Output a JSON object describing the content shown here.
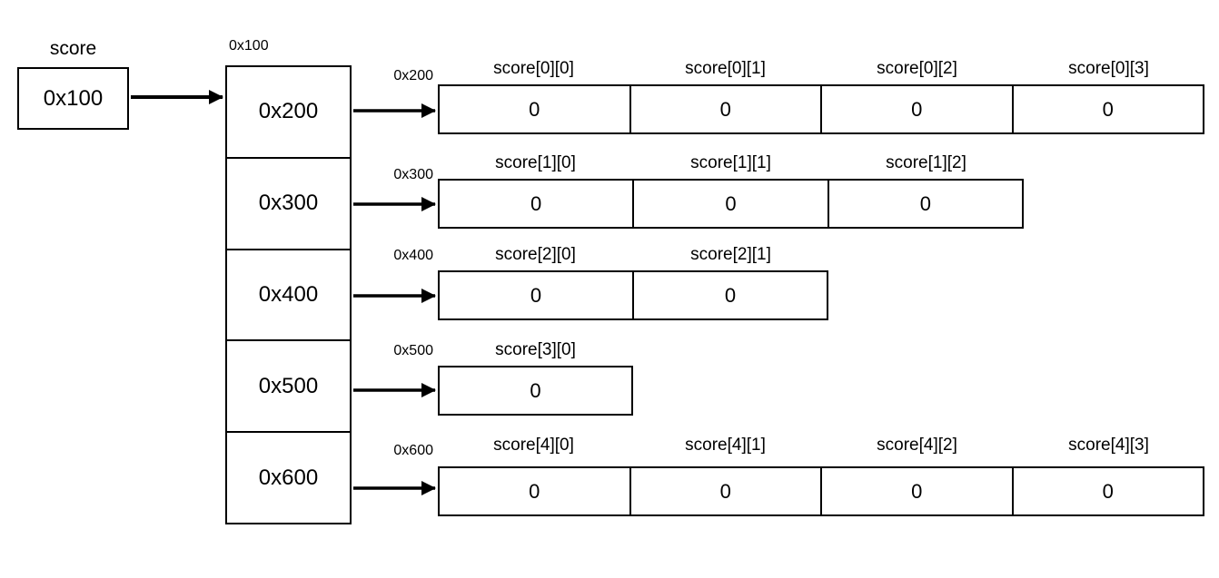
{
  "diagram": {
    "score_pointer": {
      "label": "score",
      "value": "0x100"
    },
    "pointer_array": {
      "address_label": "0x100",
      "cells": [
        "0x200",
        "0x300",
        "0x400",
        "0x500",
        "0x600"
      ]
    },
    "rows": [
      {
        "address": "0x200",
        "headers": [
          "score[0][0]",
          "score[0][1]",
          "score[0][2]",
          "score[0][3]"
        ],
        "values": [
          "0",
          "0",
          "0",
          "0"
        ]
      },
      {
        "address": "0x300",
        "headers": [
          "score[1][0]",
          "score[1][1]",
          "score[1][2]"
        ],
        "values": [
          "0",
          "0",
          "0"
        ]
      },
      {
        "address": "0x400",
        "headers": [
          "score[2][0]",
          "score[2][1]"
        ],
        "values": [
          "0",
          "0"
        ]
      },
      {
        "address": "0x500",
        "headers": [
          "score[3][0]"
        ],
        "values": [
          "0"
        ]
      },
      {
        "address": "0x600",
        "headers": [
          "score[4][0]",
          "score[4][1]",
          "score[4][2]",
          "score[4][3]"
        ],
        "values": [
          "0",
          "0",
          "0",
          "0"
        ]
      }
    ],
    "colors": {
      "line": "#000000",
      "background": "#ffffff",
      "text": "#000000"
    }
  }
}
